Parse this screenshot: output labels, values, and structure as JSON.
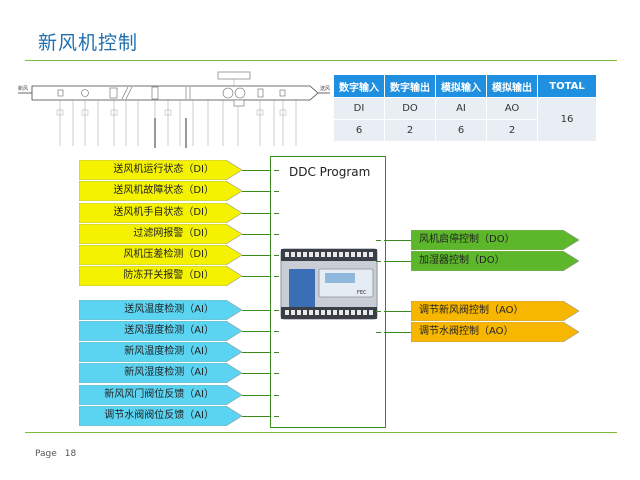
{
  "title": "新风机控制",
  "footer": {
    "page_label": "Page",
    "page_number": "18"
  },
  "schematic": {
    "inlet_label": "新风",
    "outlet_label": "送风"
  },
  "io_table": {
    "headers": [
      "数字输入",
      "数字输出",
      "模拟输入",
      "模拟输出",
      "TOTAL"
    ],
    "row1": [
      "DI",
      "DO",
      "AI",
      "AO"
    ],
    "row2": [
      "6",
      "2",
      "6",
      "2"
    ],
    "total": "16"
  },
  "ddc": {
    "label": "DDC Program",
    "device_text": "FEC"
  },
  "di_inputs": [
    "送风机运行状态（DI）",
    "送风机故障状态（DI）",
    "送风机手自状态（DI）",
    "过滤网报警（DI）",
    "风机压差检测（DI）",
    "防冻开关报警（DI）"
  ],
  "ai_inputs": [
    "送风温度检测（AI）",
    "送风湿度检测（AI）",
    "新风温度检测（AI）",
    "新风湿度检测（AI）",
    "新风风门阀位反馈（AI）",
    "调节水阀阀位反馈（AI）"
  ],
  "do_outputs": [
    "风机启停控制（DO）",
    "加湿器控制（DO）"
  ],
  "ao_outputs": [
    "调节新风阀控制（AO）",
    "调节水阀控制（AO）"
  ],
  "colors": {
    "title": "#1f6fb0",
    "di": "#f5f200",
    "ai": "#5bd4f2",
    "do": "#5cb82a",
    "ao": "#f7b600",
    "frame": "#3b8a1e",
    "table_header": "#1f8fe0"
  }
}
